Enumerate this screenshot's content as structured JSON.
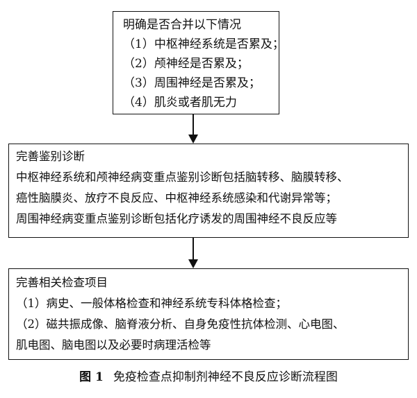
{
  "flowchart": {
    "box1": {
      "title": "明确是否合并以下情况",
      "items": [
        "（1）中枢神经系统是否累及；",
        "（2）颅神经是否累及；",
        "（3）周围神经是否累及；",
        "（4）肌炎或者肌无力"
      ]
    },
    "box2": {
      "title": "完善鉴别诊断",
      "lines": [
        "中枢神经系统和颅神经病变重点鉴别诊断包括脑转移、脑膜转移、",
        "癌性脑膜炎、放疗不良反应、中枢神经系统感染和代谢异常等；",
        "周围神经病变重点鉴别诊断包括化疗诱发的周围神经不良反应等"
      ]
    },
    "box3": {
      "title": "完善相关检查项目",
      "lines": [
        "（1）病史、一般体格检查和神经系统专科体格检查；",
        "（2）磁共振成像、脑脊液分析、自身免疫性抗体检测、心电图、",
        "肌电图、脑电图以及必要时病理活检等"
      ]
    }
  },
  "caption": {
    "label": "图 1",
    "text": "免疫检查点抑制剂神经不良反应诊断流程图"
  }
}
